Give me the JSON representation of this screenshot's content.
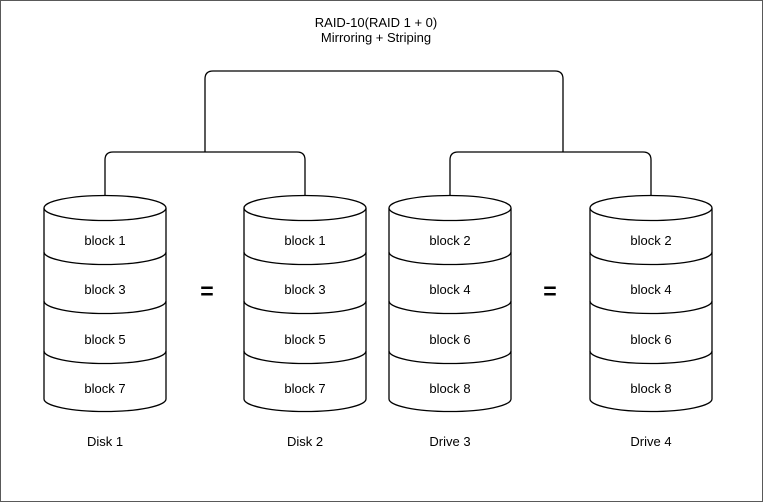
{
  "title": {
    "line1": "RAID-10(RAID 1 + 0)",
    "line2": "Mirroring + Striping"
  },
  "operators": {
    "equals": "="
  },
  "disks": [
    {
      "name": "Disk 1",
      "blocks": [
        "block 1",
        "block 3",
        "block 5",
        "block 7"
      ]
    },
    {
      "name": "Disk 2",
      "blocks": [
        "block 1",
        "block 3",
        "block 5",
        "block 7"
      ]
    },
    {
      "name": "Drive 3",
      "blocks": [
        "block 2",
        "block 4",
        "block 6",
        "block 8"
      ]
    },
    {
      "name": "Drive 4",
      "blocks": [
        "block 2",
        "block 4",
        "block 6",
        "block 8"
      ]
    }
  ],
  "colors": {
    "line": "#000000",
    "background": "#ffffff",
    "border": "#595959",
    "text": "#000000"
  }
}
